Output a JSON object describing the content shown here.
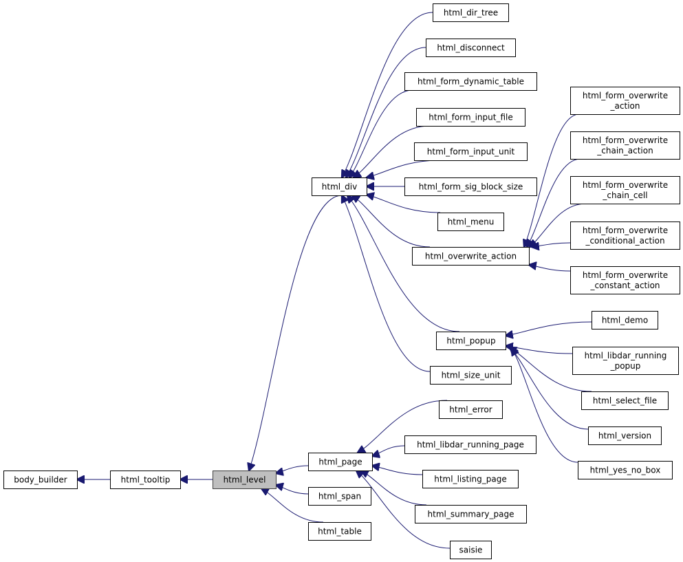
{
  "diagram": {
    "title": "html_level inheritance graph",
    "current": "html_level",
    "edge_color": "#191970",
    "current_fill": "#bfbfbf",
    "nodes": [
      {
        "id": "body_builder",
        "lines": [
          "body_builder"
        ]
      },
      {
        "id": "html_tooltip",
        "lines": [
          "html_tooltip"
        ]
      },
      {
        "id": "html_level",
        "lines": [
          "html_level"
        ]
      },
      {
        "id": "html_div",
        "lines": [
          "html_div"
        ]
      },
      {
        "id": "html_page",
        "lines": [
          "html_page"
        ]
      },
      {
        "id": "html_span",
        "lines": [
          "html_span"
        ]
      },
      {
        "id": "html_table",
        "lines": [
          "html_table"
        ]
      },
      {
        "id": "html_dir_tree",
        "lines": [
          "html_dir_tree"
        ]
      },
      {
        "id": "html_disconnect",
        "lines": [
          "html_disconnect"
        ]
      },
      {
        "id": "html_form_dynamic_table",
        "lines": [
          "html_form_dynamic_table"
        ]
      },
      {
        "id": "html_form_input_file",
        "lines": [
          "html_form_input_file"
        ]
      },
      {
        "id": "html_form_input_unit",
        "lines": [
          "html_form_input_unit"
        ]
      },
      {
        "id": "html_form_sig_block_size",
        "lines": [
          "html_form_sig_block_size"
        ]
      },
      {
        "id": "html_menu",
        "lines": [
          "html_menu"
        ]
      },
      {
        "id": "html_overwrite_action",
        "lines": [
          "html_overwrite_action"
        ]
      },
      {
        "id": "html_popup",
        "lines": [
          "html_popup"
        ]
      },
      {
        "id": "html_size_unit",
        "lines": [
          "html_size_unit"
        ]
      },
      {
        "id": "html_error",
        "lines": [
          "html_error"
        ]
      },
      {
        "id": "html_libdar_running_page",
        "lines": [
          "html_libdar_running_page"
        ]
      },
      {
        "id": "html_listing_page",
        "lines": [
          "html_listing_page"
        ]
      },
      {
        "id": "html_summary_page",
        "lines": [
          "html_summary_page"
        ]
      },
      {
        "id": "saisie",
        "lines": [
          "saisie"
        ]
      },
      {
        "id": "html_form_overwrite_action",
        "lines": [
          "html_form_overwrite",
          "_action"
        ]
      },
      {
        "id": "html_form_overwrite_chain_action",
        "lines": [
          "html_form_overwrite",
          "_chain_action"
        ]
      },
      {
        "id": "html_form_overwrite_chain_cell",
        "lines": [
          "html_form_overwrite",
          "_chain_cell"
        ]
      },
      {
        "id": "html_form_overwrite_conditional_action",
        "lines": [
          "html_form_overwrite",
          "_conditional_action"
        ]
      },
      {
        "id": "html_form_overwrite_constant_action",
        "lines": [
          "html_form_overwrite",
          "_constant_action"
        ]
      },
      {
        "id": "html_demo",
        "lines": [
          "html_demo"
        ]
      },
      {
        "id": "html_libdar_running_popup",
        "lines": [
          "html_libdar_running",
          "_popup"
        ]
      },
      {
        "id": "html_select_file",
        "lines": [
          "html_select_file"
        ]
      },
      {
        "id": "html_version",
        "lines": [
          "html_version"
        ]
      },
      {
        "id": "html_yes_no_box",
        "lines": [
          "html_yes_no_box"
        ]
      }
    ],
    "edges": [
      [
        "html_tooltip",
        "body_builder"
      ],
      [
        "html_level",
        "html_tooltip"
      ],
      [
        "html_div",
        "html_level"
      ],
      [
        "html_page",
        "html_level"
      ],
      [
        "html_span",
        "html_level"
      ],
      [
        "html_table",
        "html_level"
      ],
      [
        "html_dir_tree",
        "html_div"
      ],
      [
        "html_disconnect",
        "html_div"
      ],
      [
        "html_form_dynamic_table",
        "html_div"
      ],
      [
        "html_form_input_file",
        "html_div"
      ],
      [
        "html_form_input_unit",
        "html_div"
      ],
      [
        "html_form_sig_block_size",
        "html_div"
      ],
      [
        "html_menu",
        "html_div"
      ],
      [
        "html_overwrite_action",
        "html_div"
      ],
      [
        "html_popup",
        "html_div"
      ],
      [
        "html_size_unit",
        "html_div"
      ],
      [
        "html_form_overwrite_action",
        "html_overwrite_action"
      ],
      [
        "html_form_overwrite_chain_action",
        "html_overwrite_action"
      ],
      [
        "html_form_overwrite_chain_cell",
        "html_overwrite_action"
      ],
      [
        "html_form_overwrite_conditional_action",
        "html_overwrite_action"
      ],
      [
        "html_form_overwrite_constant_action",
        "html_overwrite_action"
      ],
      [
        "html_demo",
        "html_popup"
      ],
      [
        "html_libdar_running_popup",
        "html_popup"
      ],
      [
        "html_select_file",
        "html_popup"
      ],
      [
        "html_version",
        "html_popup"
      ],
      [
        "html_yes_no_box",
        "html_popup"
      ],
      [
        "html_error",
        "html_page"
      ],
      [
        "html_libdar_running_page",
        "html_page"
      ],
      [
        "html_listing_page",
        "html_page"
      ],
      [
        "html_summary_page",
        "html_page"
      ],
      [
        "saisie",
        "html_page"
      ]
    ]
  }
}
